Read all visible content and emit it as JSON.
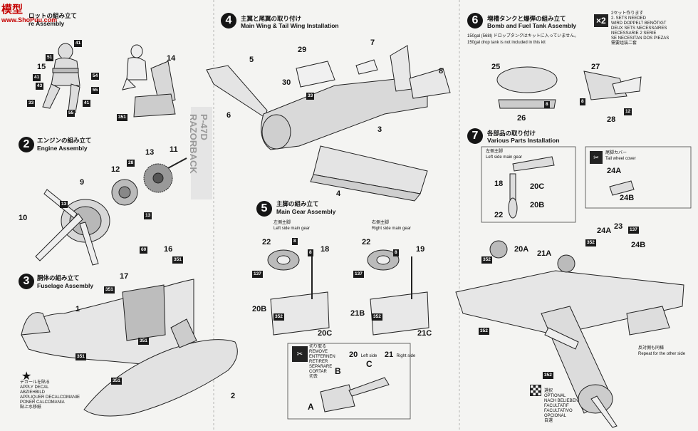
{
  "watermark": {
    "brand": "模型",
    "url": "www.ShoPuu.com"
  },
  "pilot": {
    "title_jp": "ロットの組み立て",
    "title_en": "re Assembly",
    "parts": [
      "41",
      "51",
      "15",
      "41",
      "43",
      "54",
      "33",
      "55",
      "41",
      "55",
      "14",
      "351"
    ]
  },
  "engine": {
    "step": "2",
    "title_jp": "エンジンの組み立て",
    "title_en": "Engine Assembly",
    "parts": [
      "11",
      "13",
      "28",
      "12",
      "9",
      "13",
      "13",
      "10"
    ]
  },
  "fuselage": {
    "step": "3",
    "title_jp": "胴体の組み立て",
    "title_en": "Fuselage Assembly",
    "parts": [
      "60",
      "16",
      "351",
      "17",
      "351",
      "1",
      "351",
      "351",
      "2",
      "351"
    ],
    "decal_text": [
      "デカールを貼る",
      "APPLY DECAL",
      "ABZIEHBILD",
      "APPLIQUER DECALCOMANIE",
      "PONER CALCOMANIA",
      "貼上水移紙"
    ]
  },
  "wing": {
    "step": "4",
    "title_jp": "主翼と尾翼の取り付け",
    "title_en": "Main Wing & Tail Wing Installation",
    "parts": [
      "29",
      "7",
      "5",
      "30",
      "8",
      "33",
      "6",
      "3",
      "4"
    ]
  },
  "gear": {
    "step": "5",
    "title_jp": "主脚の組み立て",
    "title_en": "Main Gear Assembly",
    "left_label_jp": "左側主脚",
    "left_label_en": "Left side main gear",
    "right_label_jp": "右側主脚",
    "right_label_en": "Right side main gear",
    "left_parts": [
      "22",
      "8",
      "8",
      "18",
      "137",
      "20B",
      "352",
      "20C"
    ],
    "right_parts": [
      "22",
      "8",
      "19",
      "137",
      "21B",
      "352",
      "21C"
    ]
  },
  "cut_box": {
    "lines": [
      "切り取る",
      "REMOVE",
      "ENTFERNEN",
      "RETIRER",
      "SEPARARE",
      "CORTAR",
      "切去"
    ],
    "num_20": "20",
    "side_20": "Left side",
    "num_21": "21",
    "side_21": "Right side",
    "letters": [
      "A",
      "B",
      "C"
    ]
  },
  "bomb": {
    "step": "6",
    "title_jp": "増槽タンクと爆弾の組み立て",
    "title_en": "Bomb and Fuel Tank Assembly",
    "note1": "150gal (568l) ドロップタンクはキットに入っていません。",
    "note2": "150gal drop tank is not included in this kit",
    "x2": "×2",
    "sets_text": [
      "2セット作ります",
      "2. SETS NEEDED",
      "WIRD DOPPELT BENÖTIGT",
      "DEUX SETS NECESSAIRES",
      "NECESSARIE 2 SERIE",
      "SE NECESITAN DOS PIEZAS",
      "需要组装二套"
    ],
    "parts": [
      "25",
      "8",
      "26",
      "27",
      "8",
      "12",
      "28"
    ]
  },
  "various": {
    "step": "7",
    "title_jp": "各部品の取り付け",
    "title_en": "Various Parts Installation",
    "left_gear_jp": "左側主脚",
    "left_gear_en": "Left side main gear",
    "tail_cover_jp": "尾脚カバー",
    "tail_cover_en": "Tail wheel cover",
    "box_parts": [
      "18",
      "20C",
      "20B",
      "22",
      "24A",
      "24B"
    ],
    "parts": [
      "24A",
      "23",
      "137",
      "352",
      "24B",
      "20A",
      "21A",
      "352",
      "352",
      "352"
    ],
    "repeat_jp": "反対側も同様",
    "repeat_en": "Repeat for the other side",
    "optional": [
      "選択",
      "OPTIONAL",
      "NACH BELIEBEN",
      "FACULTATIF",
      "FACULTATIVO",
      "OPCIONAL",
      "自選"
    ]
  },
  "side_text": "P-47D RAZORBACK"
}
